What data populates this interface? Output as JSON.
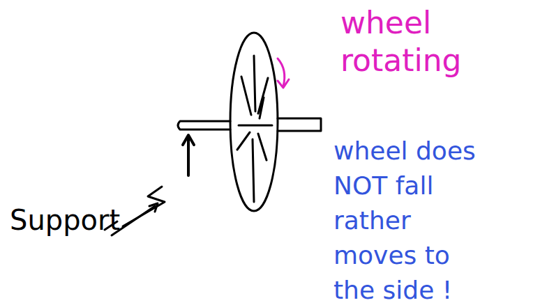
{
  "diagram": {
    "labels": [
      "wheel rotating",
      "Support",
      "wheel does NOT fall rather moves to the side !"
    ]
  }
}
